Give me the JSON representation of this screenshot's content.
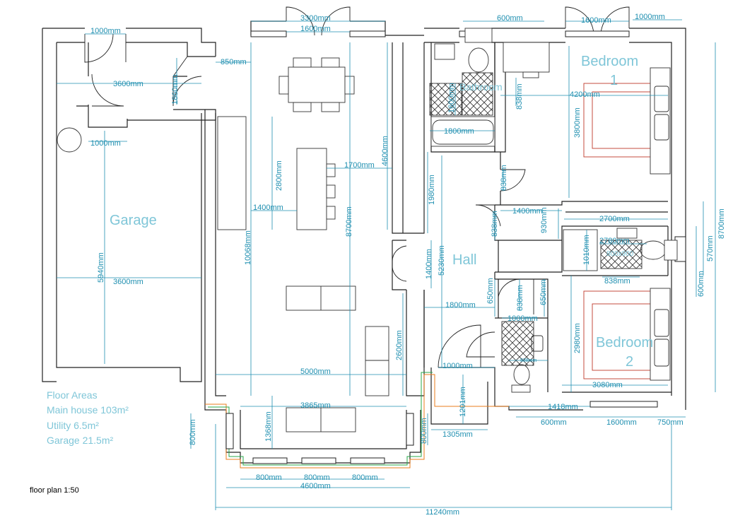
{
  "rooms": {
    "garage": "Garage",
    "bedroom1_a": "Bedroom",
    "bedroom1_b": "1",
    "bedroom2_a": "Bedroom",
    "bedroom2_b": "2",
    "hall": "Hall",
    "bathroom": "Bathroom"
  },
  "floor_areas": {
    "heading": "Floor Areas",
    "main_house": "Main house 103m²",
    "utility": "Utility 6.5m²",
    "garage": "Garage 21.5m²"
  },
  "scale_note": "floor plan 1:50",
  "dims": {
    "d3300": "3300mm",
    "d1600top": "1600mm",
    "d600top": "600mm",
    "d1600tr": "1600mm",
    "d1000tr": "1000mm",
    "d1000g": "1000mm",
    "d850": "850mm",
    "d3600g1": "3600mm",
    "d1860": "1860mm",
    "d1000g2": "1000mm",
    "d5940": "5940mm",
    "d3600g2": "3600mm",
    "d4600": "4600mm",
    "d2800": "2800mm",
    "d1700": "1700mm",
    "d1400k": "1400mm",
    "d10068": "10068mm",
    "d8700l": "8700mm",
    "d1980": "1980mm",
    "d5230": "5230mm",
    "d1400h": "1400mm",
    "d1800h": "1800mm",
    "d2600": "2600mm",
    "d5000": "5000mm",
    "d3865": "3865mm",
    "d1368": "1368mm",
    "d800l": "800mm",
    "d800r": "800mm",
    "d800a": "800mm",
    "d800b": "800mm",
    "d800c": "800mm",
    "d4600b": "4600mm",
    "d11240": "11240mm",
    "d1000e": "1000mm",
    "d1201": "1201mm",
    "d1305": "1305mm",
    "d1600bath": "1600mm",
    "d1800bath": "1800mm",
    "d838a": "838mm",
    "d838b": "838mm",
    "d838c": "838mm",
    "d838d": "838mm",
    "d838e": "838mm",
    "d1400cor": "1400mm",
    "d930": "930mm",
    "d650a": "650mm",
    "d650b": "650mm",
    "d4200": "4200mm",
    "d3800": "3800mm",
    "d2700": "2700mm",
    "d2780": "2780mm",
    "d1010": "1010mm",
    "d570": "570mm",
    "d600r": "600mm",
    "d8700r": "8700mm",
    "d2980": "2980mm",
    "d3080": "3080mm",
    "d1418": "1418mm",
    "d600b": "600mm",
    "d1600b": "1600mm",
    "d750": "750mm",
    "d1000wc": "1000mm",
    "d838wc": "838mm",
    "d800x900": "800x900"
  }
}
